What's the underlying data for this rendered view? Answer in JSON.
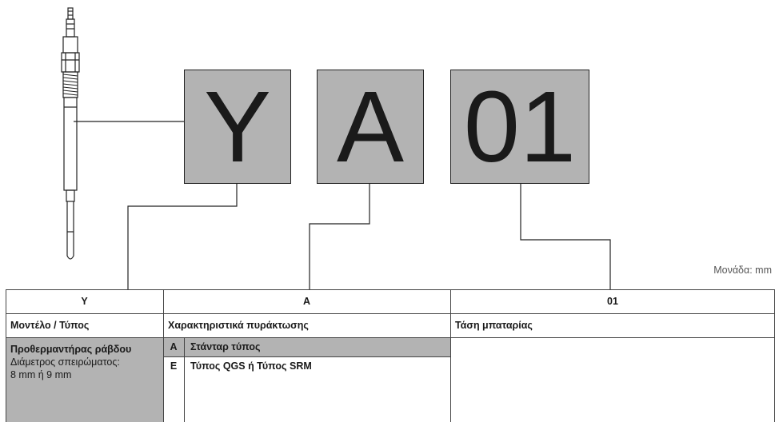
{
  "codes": {
    "model": "Y",
    "feature": "A",
    "voltage": "01"
  },
  "unit_label": "Μονάδα: mm",
  "table": {
    "headers": [
      "Y",
      "A",
      "01"
    ],
    "subheaders": [
      "Μοντέλο / Τύπος",
      "Χαρακτηριστικά πυράκτωσης",
      "Τάση μπαταρίας"
    ],
    "model": {
      "title": "Προθερμαντήρας ράβδου",
      "desc_line1": "Διάμετρος σπειρώματος:",
      "desc_line2": "8 mm ή 9 mm"
    },
    "features": [
      {
        "code": "A",
        "label": "Στάνταρ τύπος"
      },
      {
        "code": "E",
        "label": "Τύπος QGS ή Τύπος SRM"
      }
    ]
  },
  "colors": {
    "box_fill": "#b3b3b3",
    "line": "#222222",
    "highlight": "#b3b3b3"
  }
}
